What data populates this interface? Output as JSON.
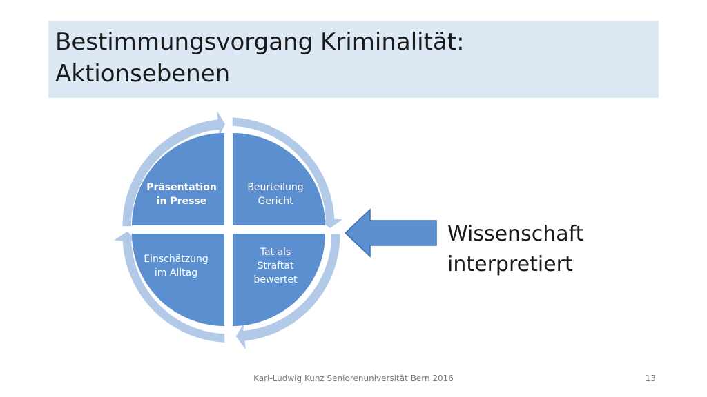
{
  "slide": {
    "title_line1": "Bestimmungsvorgang Kriminalität:",
    "title_line2": "Aktionsebenen",
    "footer": "Karl-Ludwig Kunz  Seniorenuniversität Bern 2016",
    "page_number": "13"
  },
  "diagram": {
    "top_left": [
      "Präsentation",
      "in Presse"
    ],
    "top_right": [
      "Beurteilung",
      "Gericht"
    ],
    "bottom_left": [
      "Einschätzung",
      "im Alltag"
    ],
    "bottom_right": [
      "Tat als",
      "Straftat",
      "bewertet"
    ],
    "side_label": [
      "Wissenschaft",
      "interpretiert"
    ]
  },
  "colors": {
    "title_background": "#dde8f5",
    "quadrant_fill": "#5b8fcf",
    "cycle_arrow": "#b3c9e8",
    "pointer_arrow": "#5b8fcf",
    "pointer_stroke": "#3d6fb0"
  }
}
